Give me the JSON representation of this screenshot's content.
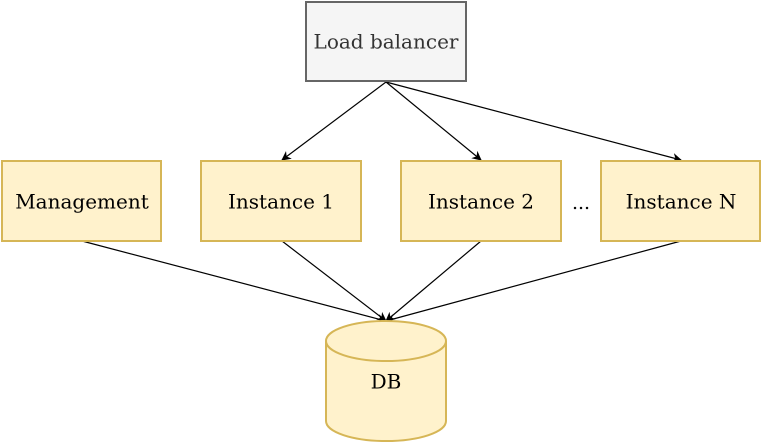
{
  "nodes": {
    "load_balancer": "Load balancer",
    "management": "Management",
    "instance_1": "Instance 1",
    "instance_2": "Instance 2",
    "ellipsis": "...",
    "instance_n": "Instance N",
    "db": "DB"
  },
  "colors": {
    "lb_fill": "#f5f5f5",
    "lb_stroke": "#666666",
    "node_fill": "#fff2cc",
    "node_stroke": "#d6b656",
    "edge": "#000000"
  }
}
